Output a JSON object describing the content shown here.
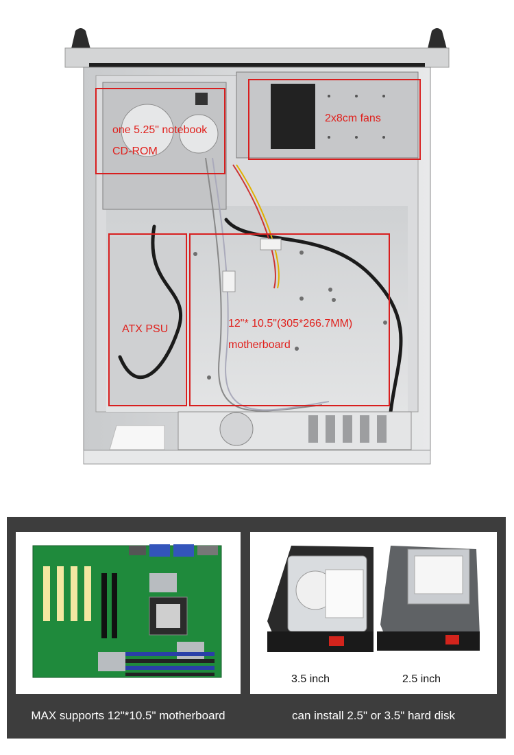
{
  "annotations": {
    "cdrom": "one 5.25\" notebook\nCD-ROM",
    "cdrom_line1": "one 5.25\" notebook",
    "cdrom_line2": "CD-ROM",
    "fans": "2x8cm fans",
    "psu": "ATX PSU",
    "mb_line1": "12\"* 10.5\"(305*266.7MM)",
    "mb_line2": "motherboard"
  },
  "panel": {
    "left_caption": "MAX supports 12\"*10.5\" motherboard",
    "right_caption": "can install 2.5\" or 3.5\" hard disk",
    "hdd_35_label": "3.5 inch",
    "hdd_25_label": "2.5 inch"
  },
  "colors": {
    "annotation": "#e0201c",
    "panel_bg": "#3d3d3d",
    "pcb": "#1f8a3c"
  }
}
